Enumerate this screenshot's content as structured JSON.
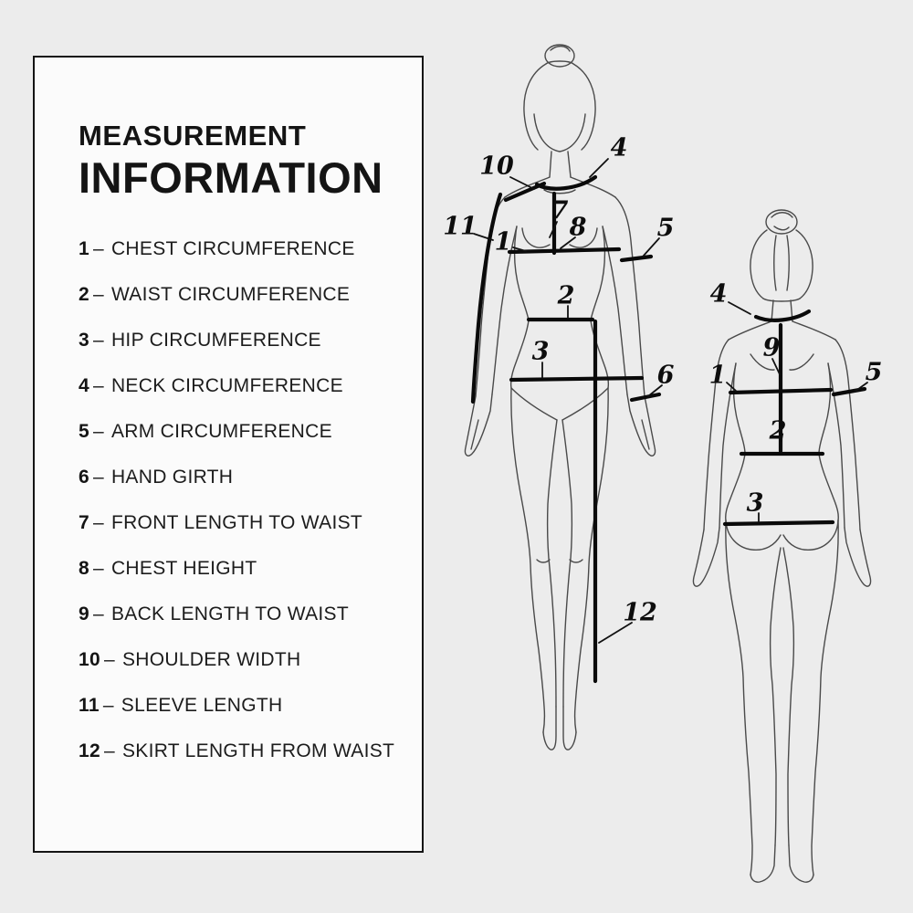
{
  "colors": {
    "background": "#ececec",
    "panel": "#fbfbfb",
    "ink": "#141414",
    "line_art": "#4a4a4a"
  },
  "panel": {
    "title_line1": "MEASUREMENT",
    "title_line2": "INFORMATION",
    "separator": "–",
    "items": [
      {
        "num": "1",
        "label": "CHEST CIRCUMFERENCE"
      },
      {
        "num": "2",
        "label": "WAIST CIRCUMFERENCE"
      },
      {
        "num": "3",
        "label": "HIP CIRCUMFERENCE"
      },
      {
        "num": "4",
        "label": "NECK CIRCUMFERENCE"
      },
      {
        "num": "5",
        "label": "ARM CIRCUMFERENCE"
      },
      {
        "num": "6",
        "label": "HAND GIRTH"
      },
      {
        "num": "7",
        "label": "FRONT LENGTH TO WAIST"
      },
      {
        "num": "8",
        "label": "CHEST HEIGHT"
      },
      {
        "num": "9",
        "label": "BACK LENGTH TO WAIST"
      },
      {
        "num": "10",
        "label": "SHOULDER WIDTH"
      },
      {
        "num": "11",
        "label": "SLEEVE LENGTH"
      },
      {
        "num": "12",
        "label": "SKIRT LENGTH FROM WAIST"
      }
    ]
  },
  "figures": {
    "front": {
      "view": "front",
      "labels": [
        "10",
        "4",
        "11",
        "7",
        "8",
        "1",
        "5",
        "2",
        "3",
        "6",
        "12"
      ]
    },
    "back": {
      "view": "back",
      "labels": [
        "4",
        "9",
        "1",
        "5",
        "2",
        "3"
      ]
    }
  }
}
